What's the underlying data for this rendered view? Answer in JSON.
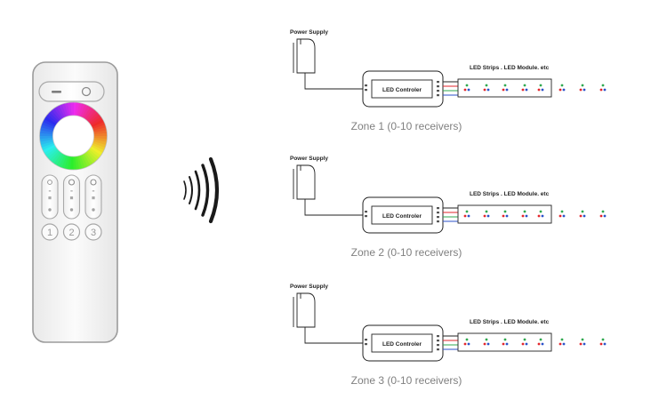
{
  "remote": {
    "buttons": [
      "1",
      "2",
      "3"
    ],
    "colors": {
      "body_fill": "#f6f6f6",
      "body_stroke": "#9b9b9b",
      "button_stroke": "#b5b5b5",
      "wheel_inner": "#ffffff"
    }
  },
  "signal_icon": "wireless-signal-icon",
  "zones": [
    {
      "label": "Zone 1 (0-10 receivers)",
      "power_supply": "Power Supply",
      "controller": "LED Controler",
      "strip_label": "LED Strips . LED Module. etc"
    },
    {
      "label": "Zone 2 (0-10 receivers)",
      "power_supply": "Power Supply",
      "controller": "LED Controler",
      "strip_label": "LED Strips . LED Module. etc"
    },
    {
      "label": "Zone 3 (0-10 receivers)",
      "power_supply": "Power Supply",
      "controller": "LED Controler",
      "strip_label": "LED Strips . LED Module. etc"
    }
  ],
  "colors": {
    "line": "#222222",
    "led_red": "#e2262b",
    "led_green": "#2fa84f",
    "led_blue": "#2b52c9",
    "zone_text": "#808080"
  }
}
